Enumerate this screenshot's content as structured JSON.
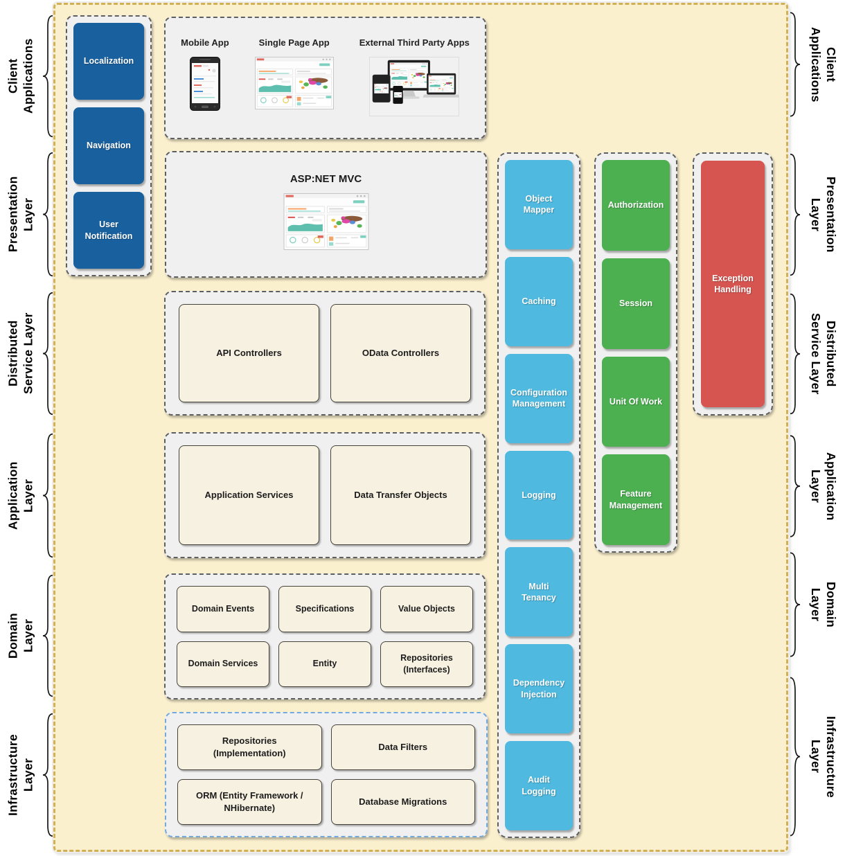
{
  "colors": {
    "bg": "#FAF0CE",
    "border_gold": "#D2B056",
    "darkblue": "#19609F",
    "lightblue": "#4FB9DF",
    "green": "#4CAF50",
    "red": "#D65550",
    "cream": "#F7F1E1",
    "infra_border": "#74A9DE"
  },
  "layer_labels": {
    "client": "Client\nApplications",
    "presentation": "Presentation\nLayer",
    "distributed": "Distributed\nService Layer",
    "application": "Application\nLayer",
    "domain": "Domain\nLayer",
    "infrastructure": "Infrastructure\nLayer"
  },
  "client_widgets": {
    "items": [
      "Localization",
      "Navigation",
      "User Notification"
    ]
  },
  "client_apps": {
    "items": [
      {
        "label": "Mobile App",
        "image": "mobile-phone-photo"
      },
      {
        "label": "Single Page App",
        "image": "dashboard-screenshot"
      },
      {
        "label": "External Third Party Apps",
        "image": "multi-device-photo"
      }
    ]
  },
  "presentation": {
    "title": "ASP:NET MVC",
    "image": "dashboard-screenshot"
  },
  "distributed_service": {
    "items": [
      "API Controllers",
      "OData Controllers"
    ]
  },
  "application_layer": {
    "items": [
      "Application Services",
      "Data Transfer Objects"
    ]
  },
  "domain_layer": {
    "items": [
      "Domain Events",
      "Specifications",
      "Value Objects",
      "Domain Services",
      "Entity",
      "Repositories (Interfaces)"
    ]
  },
  "infrastructure_layer": {
    "items": [
      "Repositories (Implementation)",
      "Data Filters",
      "ORM (Entity Framework / NHibernate)",
      "Database Migrations"
    ]
  },
  "cross_cutting": {
    "utilities": [
      "Object Mapper",
      "Caching",
      "Configuration Management",
      "Logging",
      "Multi Tenancy",
      "Dependency Injection",
      "Audit Logging"
    ],
    "services": [
      "Authorization",
      "Session",
      "Unit Of Work",
      "Feature Management"
    ],
    "exception": [
      "Exception Handling"
    ]
  }
}
